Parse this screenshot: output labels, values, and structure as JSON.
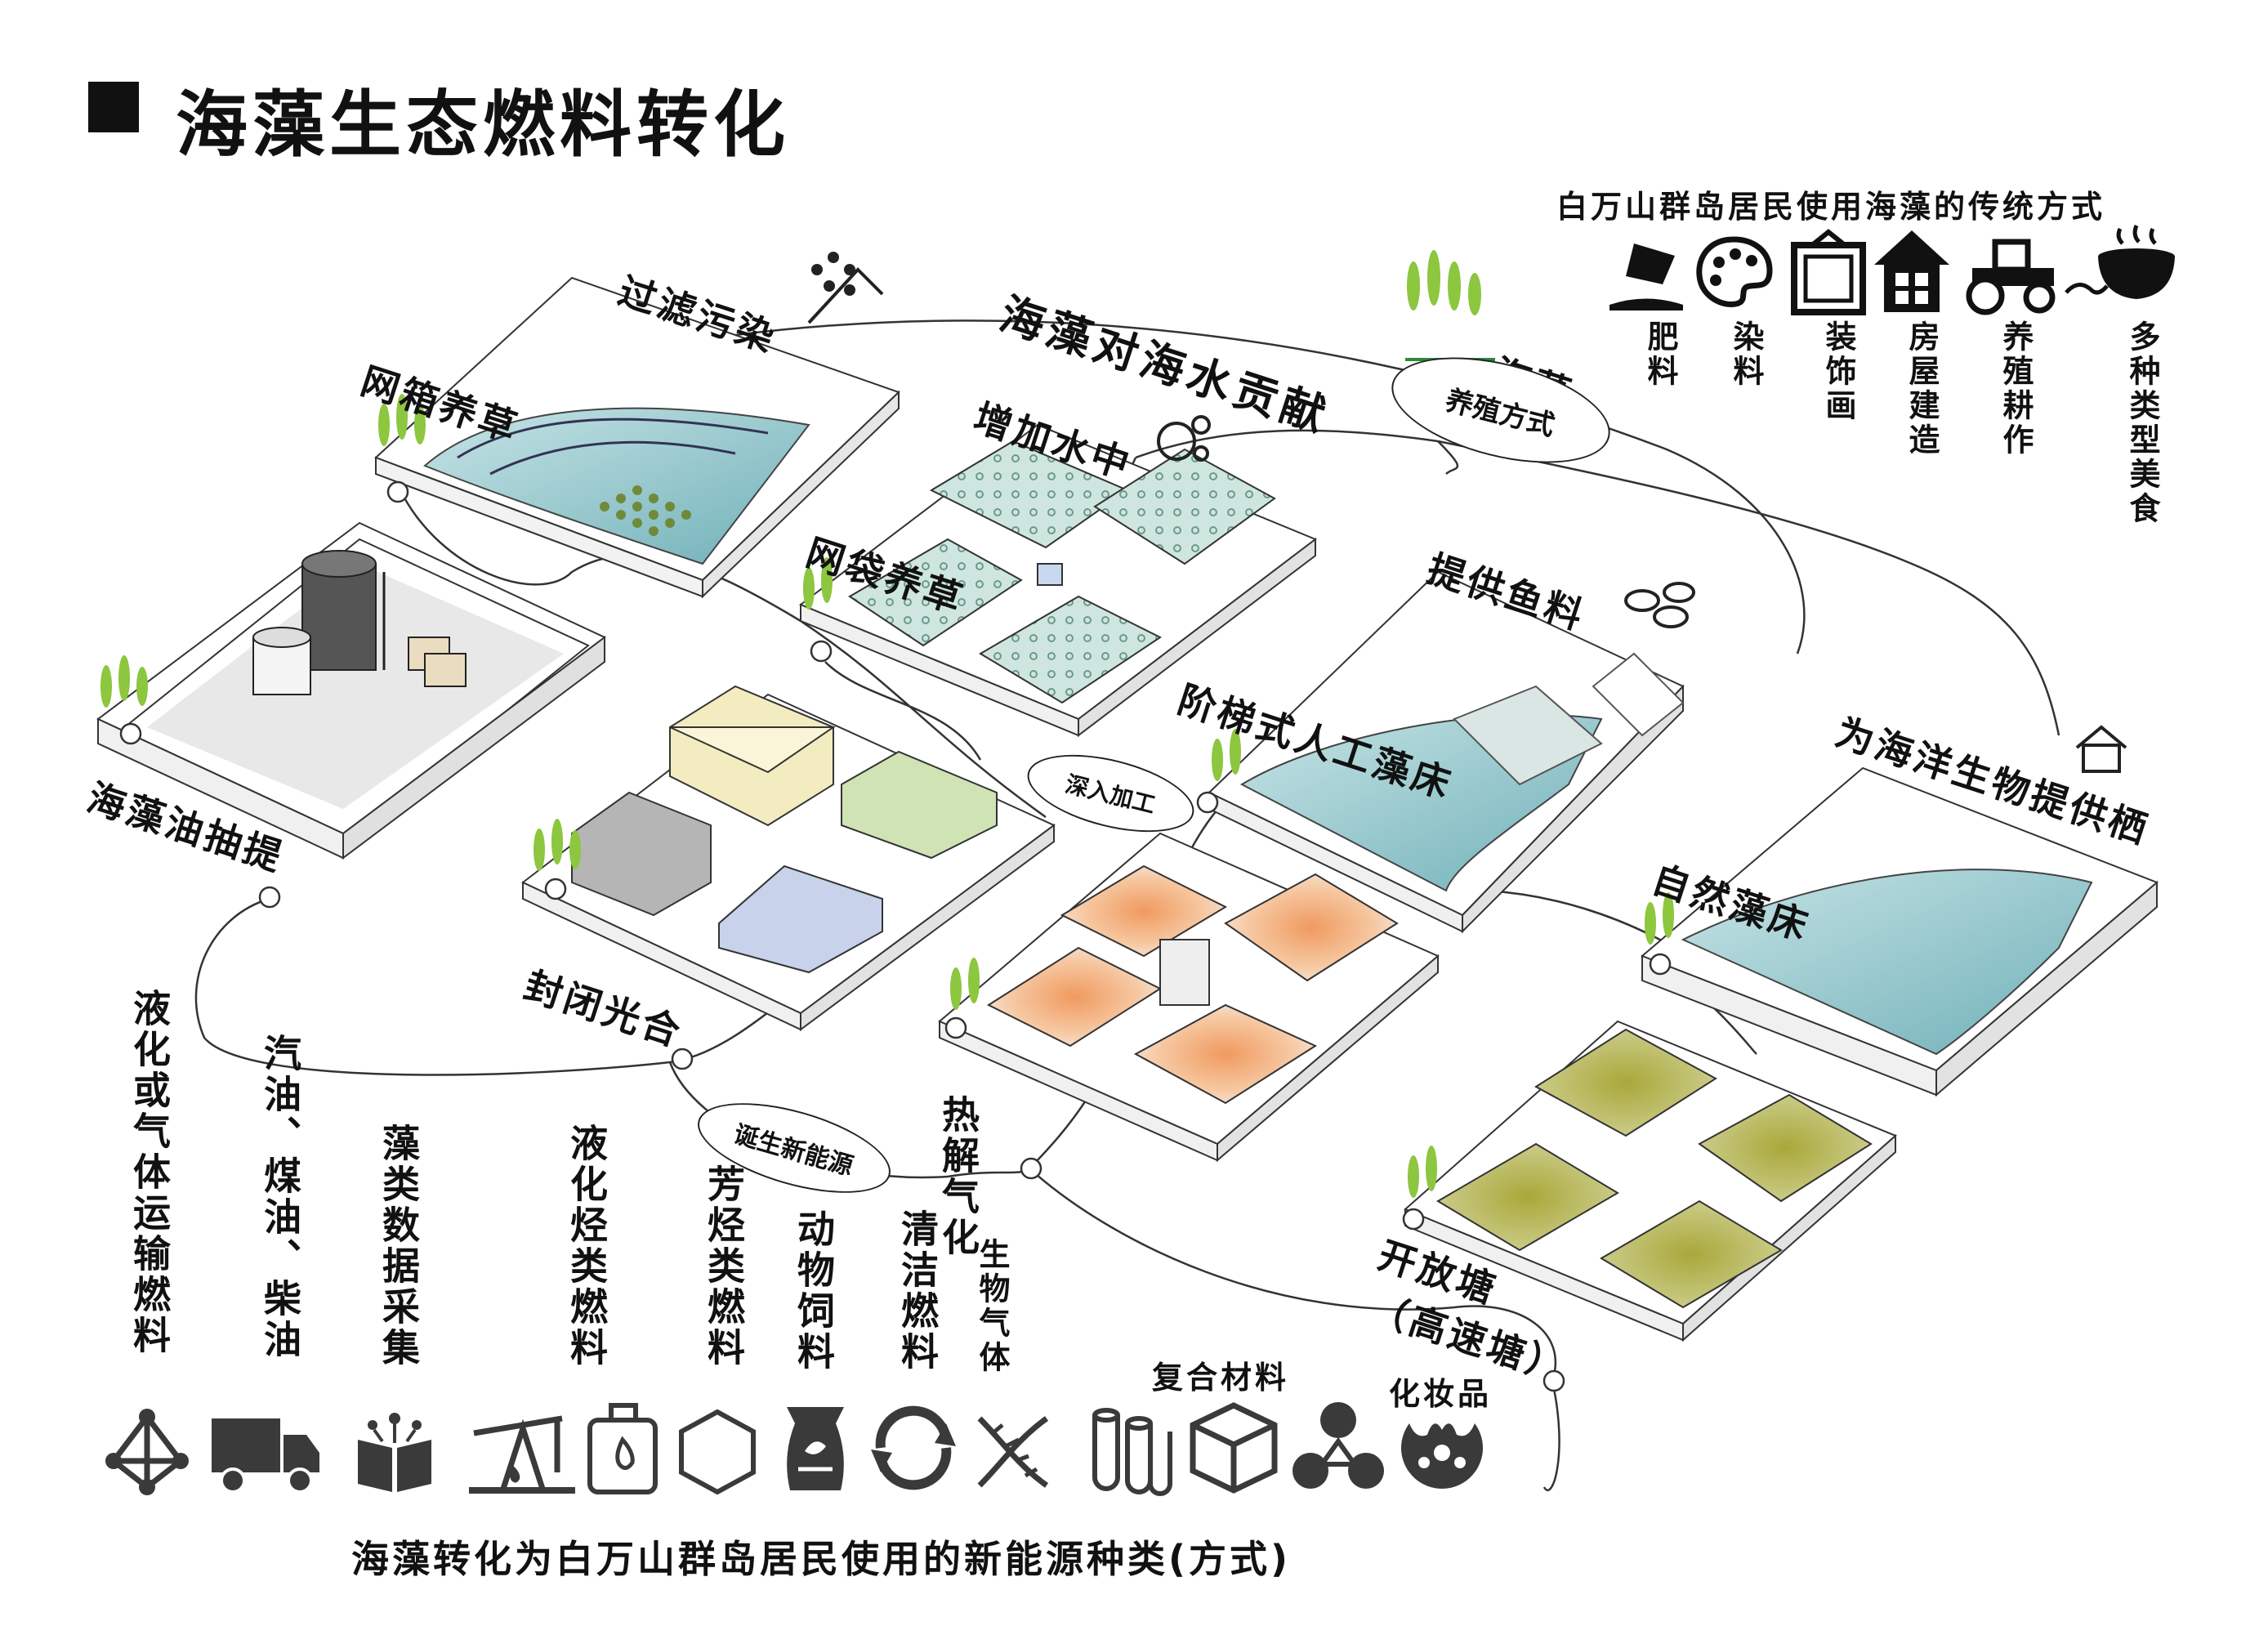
{
  "title": "海藻生态燃料转化",
  "traditional": {
    "heading": "白万山群岛居民使用海藻的传统方式",
    "items": [
      {
        "label": "肥料",
        "icon": "fertilizer-icon"
      },
      {
        "label": "染料",
        "icon": "palette-icon"
      },
      {
        "label": "装饰画",
        "icon": "picture-frame-icon"
      },
      {
        "label": "房屋建造",
        "icon": "house-icon"
      },
      {
        "label": "养殖耕作",
        "icon": "tractor-icon"
      },
      {
        "label": "多种类型美食",
        "icon": "food-bowl-icon"
      }
    ]
  },
  "contribution": {
    "title": "海藻对海水贡献",
    "seaweed": "海藻",
    "cultivation_oval": "养殖方式",
    "filter": "过滤污染",
    "oxygen": "增加水中",
    "fish_food": "提供鱼料",
    "habitat": "为海洋生物提供栖"
  },
  "blocks": {
    "cage": "网箱养草",
    "net_bag": "网袋养草",
    "oil": "海藻油抽提",
    "photo": "封闭光合",
    "deep_oval": "深入加工",
    "terrace": "阶梯式人工藻床",
    "natural": "自然藻床",
    "pyrolysis": "热解气化",
    "open_pond_1": "开放塘",
    "open_pond_2": "（高速塘）",
    "new_energy_oval": "诞生新能源"
  },
  "products": [
    {
      "label": "液化或气体运输燃料",
      "icon": "molecule-network-icon"
    },
    {
      "label": "汽油、煤油、柴油",
      "icon": "truck-icon"
    },
    {
      "label": "藻类数据采集",
      "icon": "data-book-icon"
    },
    {
      "label": "液化烃类燃料",
      "icon": "oil-pump-icon"
    },
    {
      "label": "芳烃类燃料",
      "icon": "hexagon-icon"
    },
    {
      "label": "动物饲料",
      "icon": "feed-bag-icon"
    },
    {
      "label": "清洁燃料",
      "icon": "recycle-icon"
    },
    {
      "label": "生物气体",
      "icon": "dna-icon"
    },
    {
      "label": "复合材料",
      "icon": "tubes-icon"
    },
    {
      "label": "化妆品",
      "icon": "cosmetics-icon"
    }
  ],
  "extra_icons": [
    "fuel-canister-icon",
    "cube-icon",
    "link-nodes-icon"
  ],
  "footer": "海藻转化为白万山群岛居民使用的新能源种类(方式)",
  "colors": {
    "water": "#8fc3c8",
    "seaweed_green": "#8dc63f",
    "algae_yellow": "#b7b34a",
    "heat_orange": "#f0a070",
    "block_yellow": "#f3ecc0",
    "block_green": "#cfe3b5",
    "block_blue": "#c8d2ea",
    "block_grey": "#b5b5b5",
    "icon_dark": "#3a3a3a"
  }
}
